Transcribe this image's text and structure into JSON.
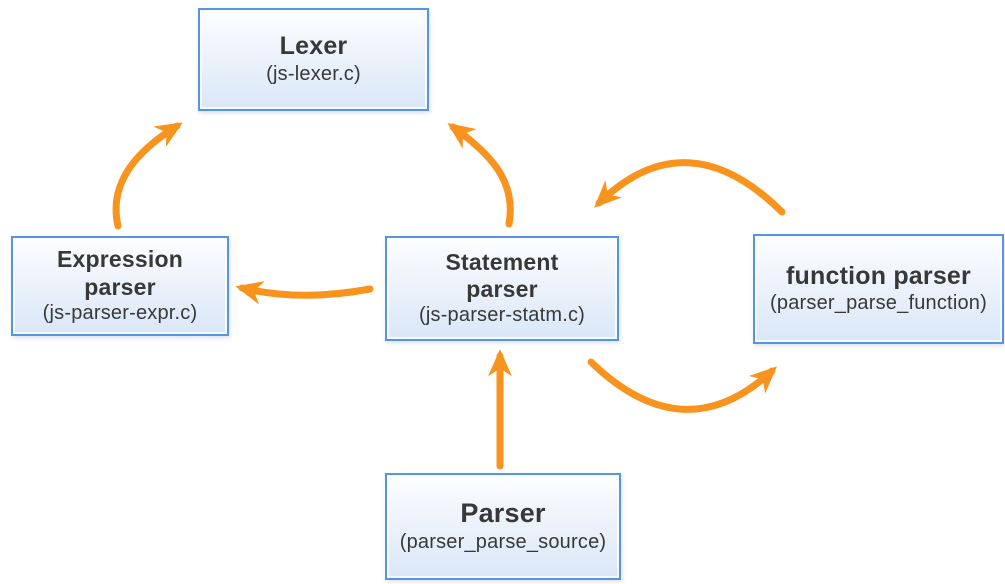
{
  "diagram": {
    "title_hint": "parser architecture flow diagram",
    "colors": {
      "arrow": "#F8931E",
      "box_border": "#5596E2",
      "box_fill_top": "#FDFEFF",
      "box_fill_bottom": "#D9E7F8",
      "text": "#383838",
      "bg": "#FFFFFF"
    },
    "nodes": {
      "lexer": {
        "title": "Lexer",
        "subtitle": "(js-lexer.c)"
      },
      "expression_parser": {
        "title": "Expression\nparser",
        "subtitle": "(js-parser-expr.c)"
      },
      "statement_parser": {
        "title": "Statement\nparser",
        "subtitle": "(js-parser-statm.c)"
      },
      "function_parser": {
        "title": "function parser",
        "subtitle": "(parser_parse_function)"
      },
      "parser": {
        "title": "Parser",
        "subtitle": "(parser_parse_source)"
      }
    },
    "edges": [
      {
        "from": "expression_parser",
        "to": "lexer"
      },
      {
        "from": "statement_parser",
        "to": "lexer"
      },
      {
        "from": "statement_parser",
        "to": "expression_parser"
      },
      {
        "from": "function_parser",
        "to": "statement_parser"
      },
      {
        "from": "statement_parser",
        "to": "function_parser"
      },
      {
        "from": "parser",
        "to": "statement_parser"
      }
    ]
  }
}
